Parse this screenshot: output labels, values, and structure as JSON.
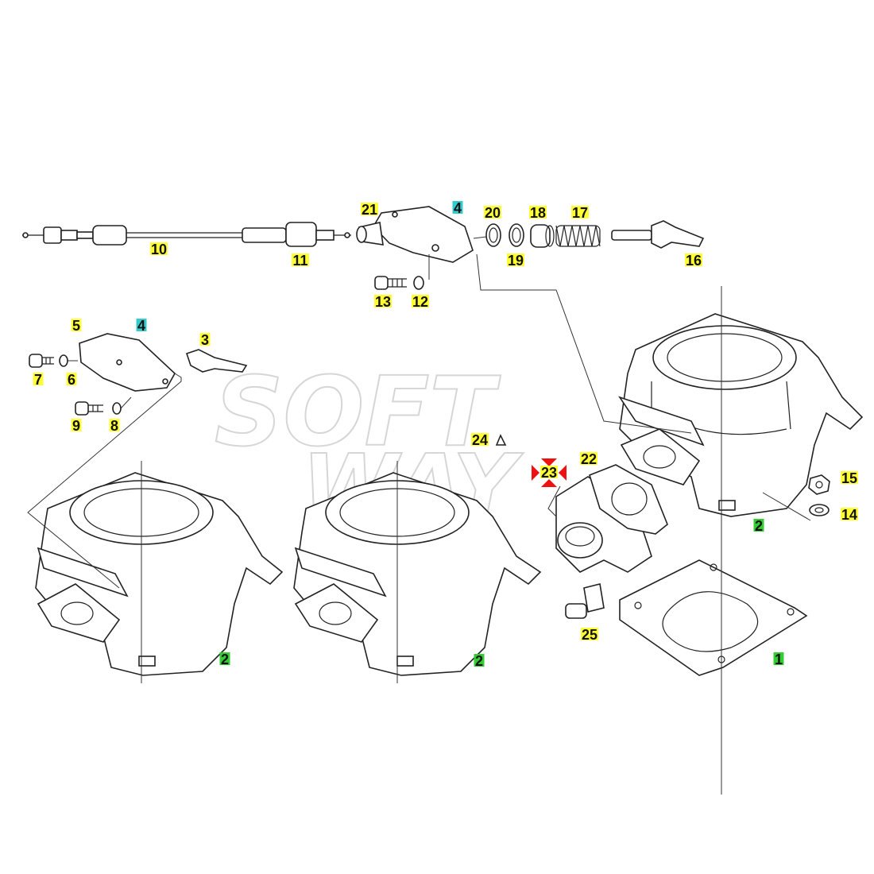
{
  "watermark": {
    "line1": "SOFT",
    "line2": "WAY"
  },
  "colors": {
    "yellow": "#ffff33",
    "cyan": "#33cccc",
    "green": "#33cc33",
    "selected": "#ee1111",
    "line": "#222222"
  },
  "callouts": [
    {
      "key": "c10",
      "text": "10",
      "hl": "yellow"
    },
    {
      "key": "c11",
      "text": "11",
      "hl": "yellow"
    },
    {
      "key": "c21",
      "text": "21",
      "hl": "yellow"
    },
    {
      "key": "c4a",
      "text": "4",
      "hl": "cyan"
    },
    {
      "key": "c20",
      "text": "20",
      "hl": "yellow"
    },
    {
      "key": "c18",
      "text": "18",
      "hl": "yellow"
    },
    {
      "key": "c17",
      "text": "17",
      "hl": "yellow"
    },
    {
      "key": "c19",
      "text": "19",
      "hl": "yellow"
    },
    {
      "key": "c16",
      "text": "16",
      "hl": "yellow"
    },
    {
      "key": "c13",
      "text": "13",
      "hl": "yellow"
    },
    {
      "key": "c12",
      "text": "12",
      "hl": "yellow"
    },
    {
      "key": "c5",
      "text": "5",
      "hl": "yellow"
    },
    {
      "key": "c4b",
      "text": "4",
      "hl": "cyan"
    },
    {
      "key": "c3",
      "text": "3",
      "hl": "yellow"
    },
    {
      "key": "c7",
      "text": "7",
      "hl": "yellow"
    },
    {
      "key": "c6",
      "text": "6",
      "hl": "yellow"
    },
    {
      "key": "c9",
      "text": "9",
      "hl": "yellow"
    },
    {
      "key": "c8",
      "text": "8",
      "hl": "yellow"
    },
    {
      "key": "c24",
      "text": "24",
      "hl": "yellow"
    },
    {
      "key": "c23",
      "text": "23",
      "hl": "yellow",
      "selected": true
    },
    {
      "key": "c22",
      "text": "22",
      "hl": "yellow"
    },
    {
      "key": "c15",
      "text": "15",
      "hl": "yellow"
    },
    {
      "key": "c14",
      "text": "14",
      "hl": "yellow"
    },
    {
      "key": "c2a",
      "text": "2",
      "hl": "green"
    },
    {
      "key": "c2b",
      "text": "2",
      "hl": "green"
    },
    {
      "key": "c2c",
      "text": "2",
      "hl": "green"
    },
    {
      "key": "c25",
      "text": "25",
      "hl": "yellow"
    },
    {
      "key": "c1",
      "text": "1",
      "hl": "green"
    }
  ]
}
